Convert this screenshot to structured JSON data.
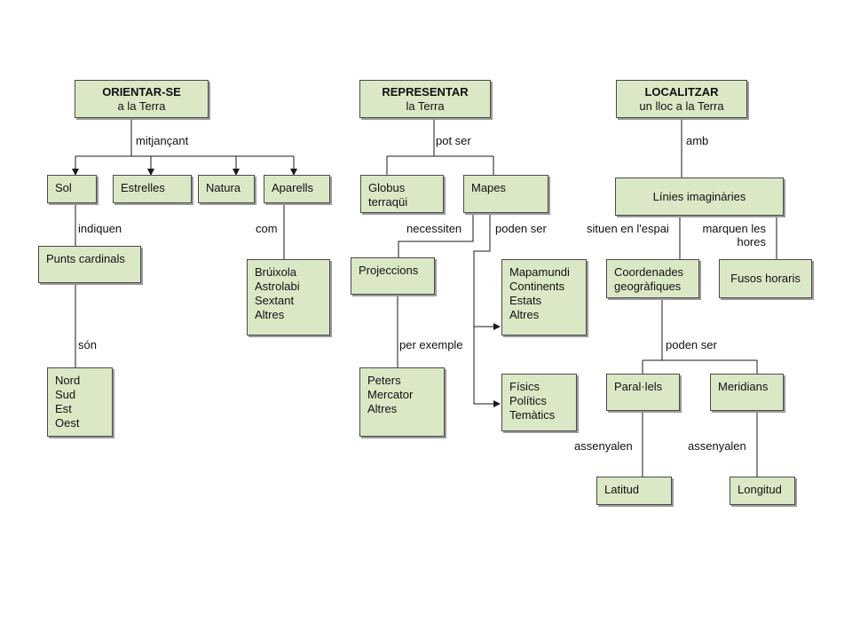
{
  "nodes": {
    "orientar": {
      "title": "ORIENTAR-SE",
      "sub": "a la Terra"
    },
    "representar": {
      "title": "REPRESENTAR",
      "sub": "la Terra"
    },
    "localitzar": {
      "title": "LOCALITZAR",
      "sub": "un lloc a la Terra"
    },
    "sol": "Sol",
    "estrelles": "Estrelles",
    "natura": "Natura",
    "aparells": "Aparells",
    "punts_cardinals": "Punts cardinals",
    "instruments": [
      "Brúixola",
      "Astrolabi",
      "Sextant",
      "Altres"
    ],
    "direccions": [
      "Nord",
      "Sud",
      "Est",
      "Oest"
    ],
    "globus": [
      "Globus",
      "terraqüi"
    ],
    "mapes": "Mapes",
    "projeccions": "Projeccions",
    "exemples_projeccions": [
      "Peters",
      "Mercator",
      "Altres"
    ],
    "tipus_mapes_1": [
      "Mapamundi",
      "Continents",
      "Estats",
      "Altres"
    ],
    "tipus_mapes_2": [
      "Físics",
      "Polítics",
      "Temàtics"
    ],
    "linies_imaginaries": "Línies imaginàries",
    "coordenades": [
      "Coordenades",
      "geogràfiques"
    ],
    "fusos_horaris": "Fusos horaris",
    "parallels": "Paral·lels",
    "meridians": "Meridians",
    "latitud": "Latitud",
    "longitud": "Longitud"
  },
  "labels": {
    "mitjancant": "mitjançant",
    "indiquen": "indiquen",
    "com": "com",
    "son": "són",
    "pot_ser": "pot ser",
    "necessiten": "necessiten",
    "poden_ser_mapes": "poden ser",
    "per_exemple": "per exemple",
    "amb": "amb",
    "situen": "situen en l'espai",
    "marquen": [
      "marquen les",
      "hores"
    ],
    "poden_ser_coord": "poden ser",
    "assenyalen_1": "assenyalen",
    "assenyalen_2": "assenyalen"
  },
  "colors": {
    "node_fill": "#dbe8c6",
    "border": "#4a4a4a",
    "connector": "#1a1a1a"
  }
}
